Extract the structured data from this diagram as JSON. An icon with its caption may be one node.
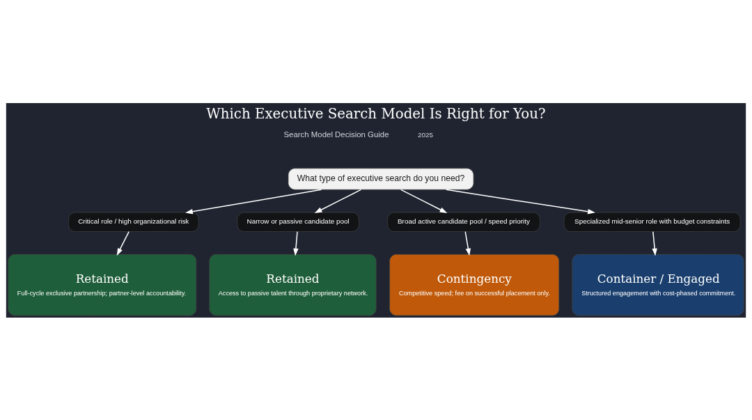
{
  "diagram": {
    "title": "Which Executive Search Model Is Right for You?",
    "nodes": [
      {
        "text": [
          "What type of executive search do you need?"
        ]
      },
      {
        "text": [
          "Critical role / high organizational risk"
        ]
      },
      {
        "text": [
          "Narrow or passive candidate pool"
        ]
      },
      {
        "text": [
          "Broad active candidate pool / speed priority"
        ]
      },
      {
        "text": [
          "Specialized mid-senior role with budget constraints"
        ]
      },
      {
        "text": [
          "Retained",
          "Full-cycle exclusive partnership; partner-level accountability."
        ]
      },
      {
        "text": [
          "Retained",
          "Access to passive talent through proprietary network."
        ]
      },
      {
        "text": [
          "Contingency",
          "Competitive speed; fee on successful placement only."
        ]
      },
      {
        "text": [
          "Container / Engaged",
          "Structured engagement with cost-phased commitment."
        ]
      }
    ],
    "edges": [
      {
        "from": 0,
        "to": 1,
        "arrow": "to"
      },
      {
        "from": 0,
        "to": 2,
        "arrow": "to"
      },
      {
        "from": 0,
        "to": 3,
        "arrow": "to"
      },
      {
        "from": 0,
        "to": 4,
        "arrow": "to"
      },
      {
        "from": 1,
        "to": 5,
        "arrow": "to"
      },
      {
        "from": 2,
        "to": 6,
        "arrow": "to"
      },
      {
        "from": 3,
        "to": 7,
        "arrow": "to"
      },
      {
        "from": 4,
        "to": 8,
        "arrow": "to"
      }
    ],
    "labels": [
      "Search Model Decision Guide",
      "2025"
    ]
  }
}
